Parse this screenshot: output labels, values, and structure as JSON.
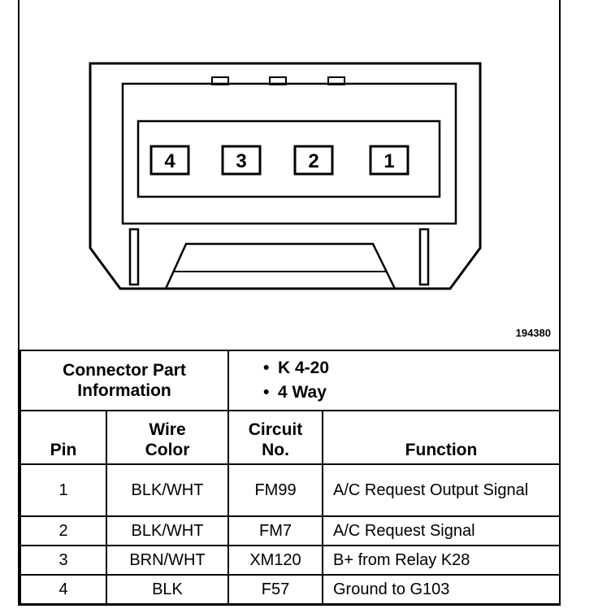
{
  "figure": {
    "pin_labels": [
      "4",
      "3",
      "2",
      "1"
    ],
    "figure_id": "194380"
  },
  "connector_info": {
    "label_line1": "Connector Part",
    "label_line2": "Information",
    "items": [
      "K 4-20",
      "4 Way"
    ]
  },
  "table": {
    "headers": {
      "pin": "Pin",
      "wire_color_1": "Wire",
      "wire_color_2": "Color",
      "circuit_1": "Circuit",
      "circuit_2": "No.",
      "function": "Function"
    },
    "rows": [
      {
        "pin": "1",
        "wire": "BLK/WHT",
        "circuit": "FM99",
        "function": "A/C Request Output Signal"
      },
      {
        "pin": "2",
        "wire": "BLK/WHT",
        "circuit": "FM7",
        "function": "A/C Request Signal"
      },
      {
        "pin": "3",
        "wire": "BRN/WHT",
        "circuit": "XM120",
        "function": "B+ from Relay K28"
      },
      {
        "pin": "4",
        "wire": "BLK",
        "circuit": "F57",
        "function": "Ground to G103"
      }
    ]
  }
}
